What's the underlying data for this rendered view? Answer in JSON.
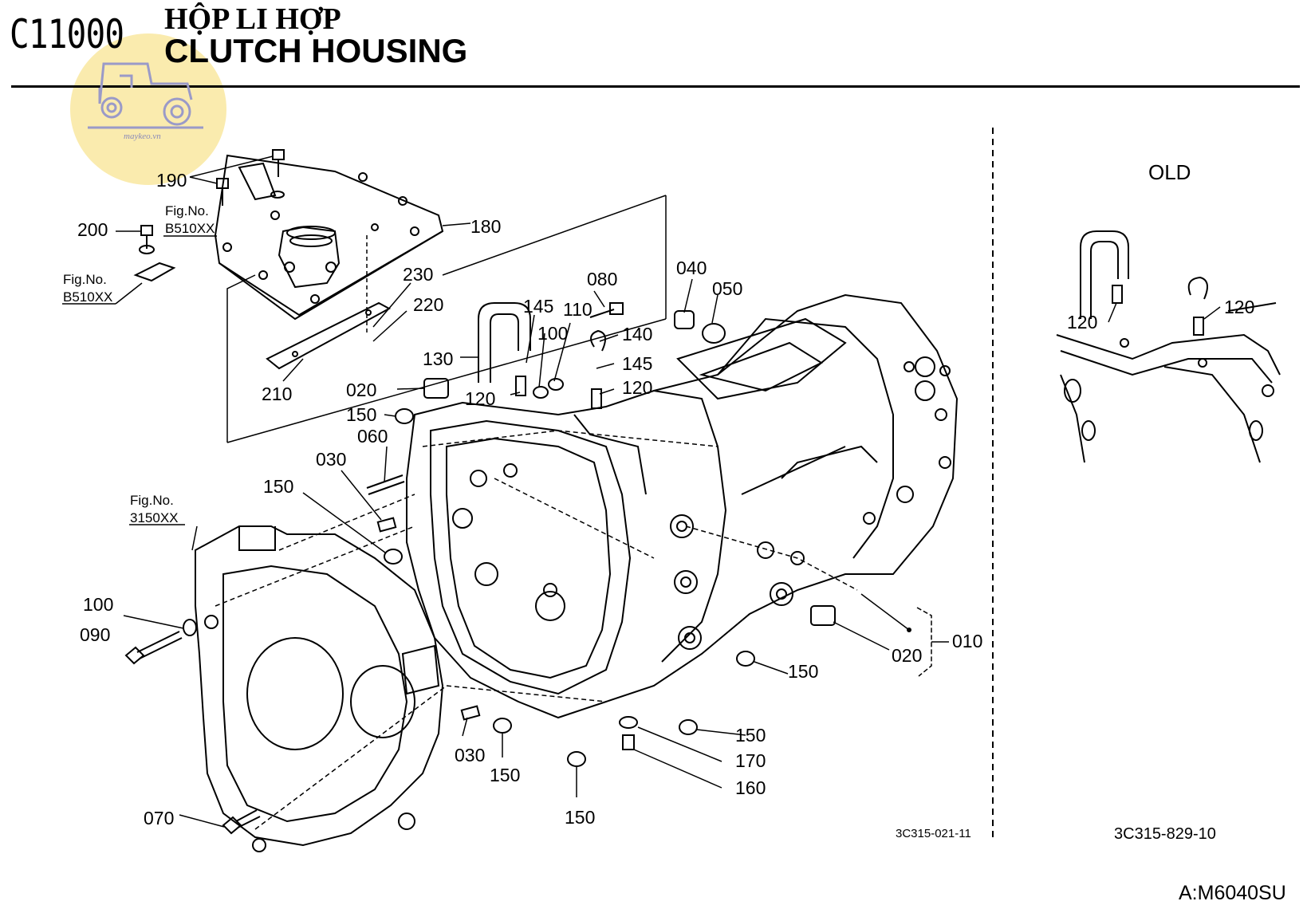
{
  "header": {
    "code": "C11000",
    "title_vn": "HỘP LI HỢP",
    "title_en": "CLUTCH HOUSING"
  },
  "watermark": {
    "text": "maykeo.vn",
    "icon": "tractor-icon"
  },
  "diagram": {
    "part_labels": [
      "190",
      "200",
      "180",
      "230",
      "220",
      "210",
      "080",
      "145",
      "110",
      "100",
      "140",
      "145",
      "120",
      "130",
      "120",
      "040",
      "050",
      "020",
      "150",
      "060",
      "030",
      "150",
      "100",
      "090",
      "070",
      "030",
      "150",
      "150",
      "150",
      "170",
      "160",
      "150",
      "020",
      "010"
    ],
    "fig_refs": [
      {
        "label": "Fig.No.",
        "code": "B510XX"
      },
      {
        "label": "Fig.No.",
        "code": "B510XX"
      },
      {
        "label": "Fig.No.",
        "code": "3150XX"
      }
    ],
    "drawing_number": "3C315-021-11"
  },
  "old_panel": {
    "title": "OLD",
    "part_labels": [
      "120",
      "120"
    ],
    "drawing_number": "3C315-829-10"
  },
  "footer": {
    "model": "A:M6040SU"
  }
}
